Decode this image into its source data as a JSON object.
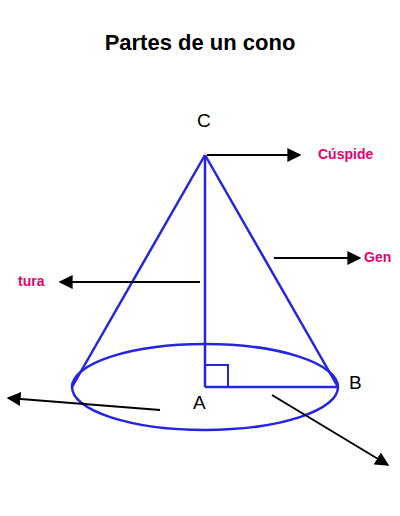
{
  "diagram": {
    "title": "Partes de un cono",
    "labels": [
      "C",
      "Cúspide",
      "Gen",
      "tura",
      "A",
      "B"
    ]
  }
}
